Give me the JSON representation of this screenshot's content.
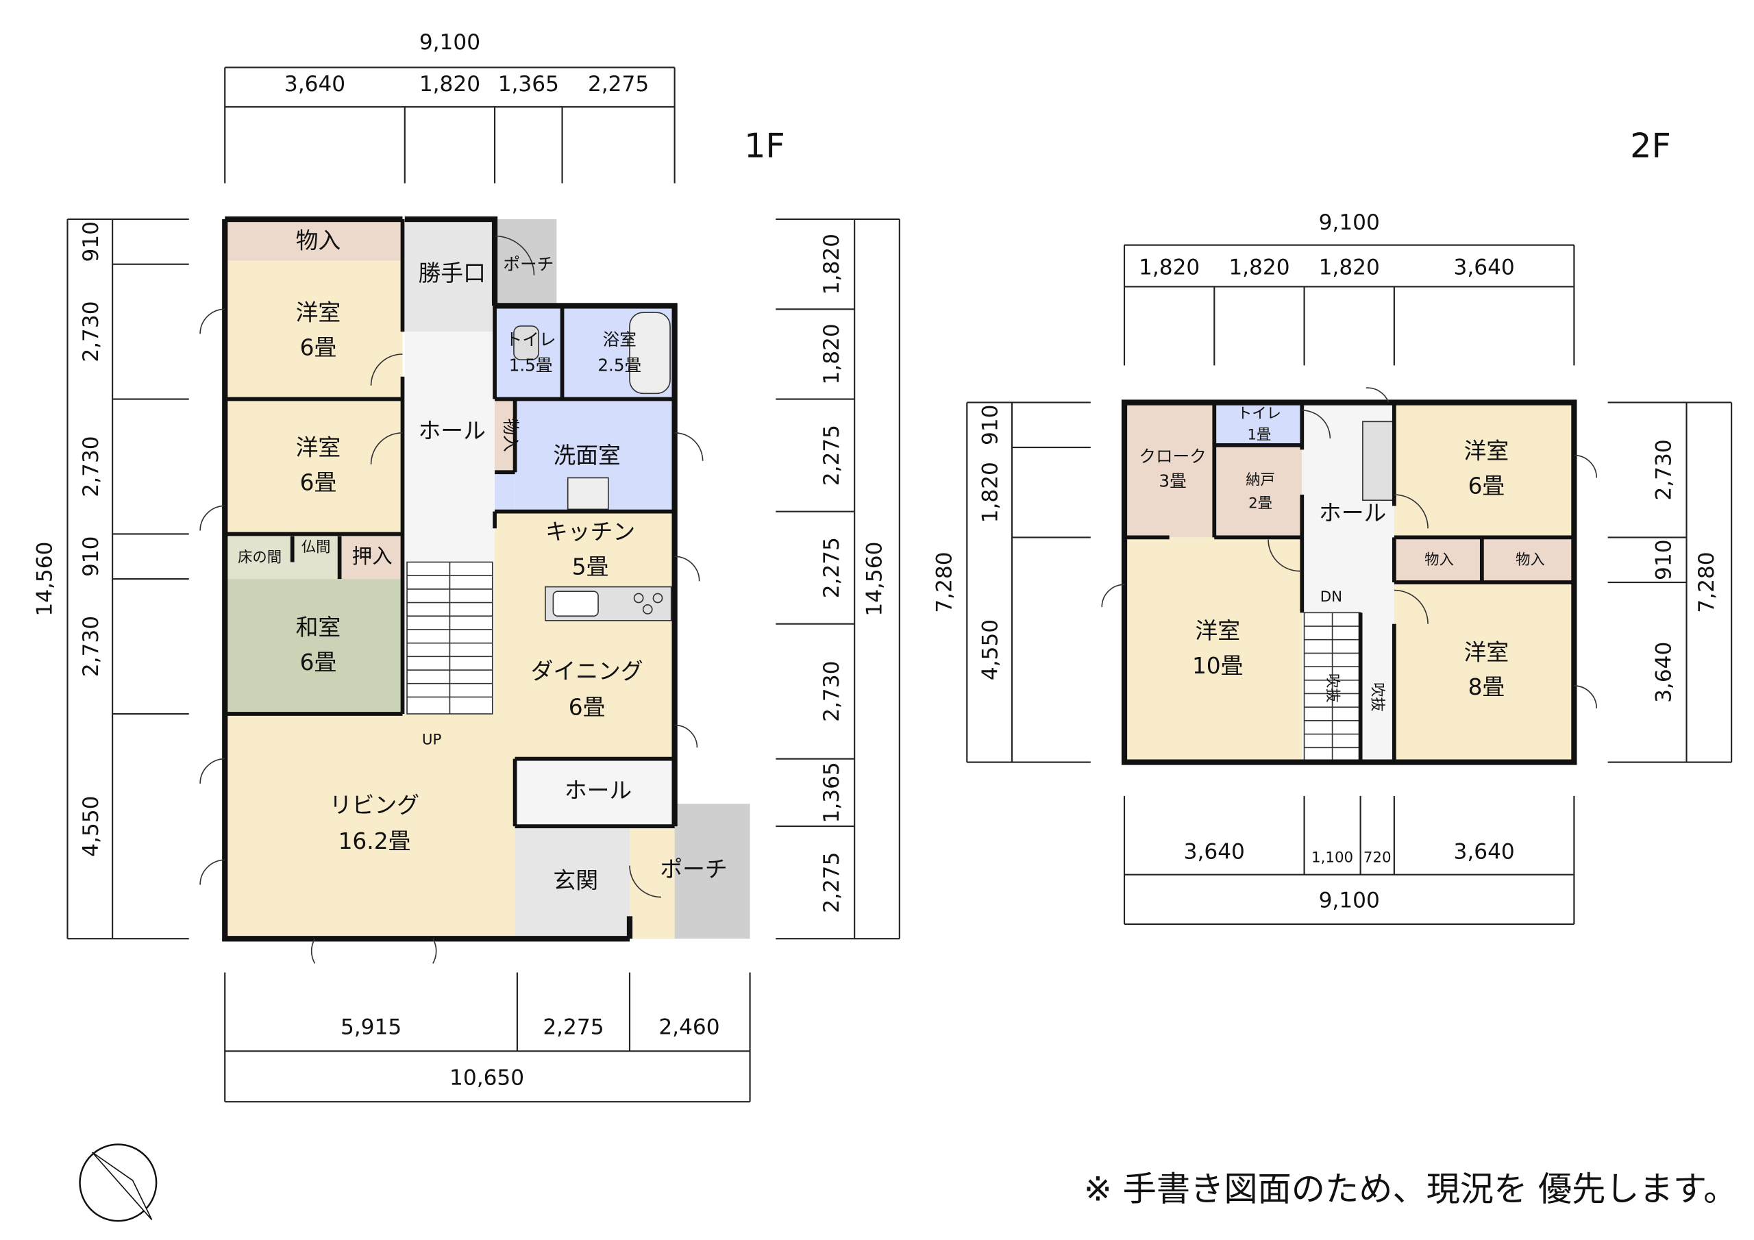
{
  "floor1": {
    "label": "1F",
    "top_total": "9,100",
    "top_parts": [
      "3,640",
      "1,820",
      "1,365",
      "2,275"
    ],
    "left_total": "14,560",
    "left_parts": [
      "910",
      "2,730",
      "2,730",
      "910",
      "2,730",
      "4,550"
    ],
    "right_total": "14,560",
    "right_parts": [
      "1,820",
      "1,820",
      "2,275",
      "2,275",
      "2,730",
      "1,365",
      "2,275"
    ],
    "bottom_total": "10,650",
    "bottom_parts": [
      "5,915",
      "2,275",
      "2,460"
    ],
    "rooms": {
      "storage_top": "物入",
      "western1": [
        "洋室",
        "6畳"
      ],
      "kitchen_door": "勝手口",
      "porch_back": "ポーチ",
      "toilet": [
        "トイレ",
        "1.5畳"
      ],
      "bath": [
        "浴室",
        "2.5畳"
      ],
      "hall": "ホール",
      "western2": [
        "洋室",
        "6畳"
      ],
      "storage_small": "物入",
      "washroom": "洗面室",
      "tokonoma": "床の間",
      "butsuma": "仏間",
      "oshiire": "押入",
      "japanese": [
        "和室",
        "6畳"
      ],
      "kitchen": [
        "キッチン",
        "5畳"
      ],
      "dining": [
        "ダイニング",
        "6畳"
      ],
      "stairs_up": "UP",
      "living": [
        "リビング",
        "16.2畳"
      ],
      "hall_lower": "ホール",
      "entrance": "玄関",
      "porch_front": "ポーチ"
    }
  },
  "floor2": {
    "label": "2F",
    "top_total": "9,100",
    "top_parts": [
      "1,820",
      "1,820",
      "1,820",
      "3,640"
    ],
    "left_total": "7,280",
    "left_parts": [
      "910",
      "1,820",
      "4,550"
    ],
    "right_total": "7,280",
    "right_parts": [
      "2,730",
      "910",
      "3,640"
    ],
    "bottom_total": "9,100",
    "bottom_parts": [
      "3,640",
      "1,100",
      "720",
      "3,640"
    ],
    "rooms": {
      "cloak": [
        "クローク",
        "3畳"
      ],
      "toilet": [
        "トイレ",
        "1畳"
      ],
      "nando": [
        "納戸",
        "2畳"
      ],
      "hall": "ホール",
      "western6": [
        "洋室",
        "6畳"
      ],
      "storage_a": "物入",
      "storage_b": "物入",
      "western10": [
        "洋室",
        "10畳"
      ],
      "western8": [
        "洋室",
        "8畳"
      ],
      "stairs_dn": "DN",
      "void1": "吹抜",
      "void2": "吹抜"
    }
  },
  "note": "※ 手書き図面のため、現況を 優先します。"
}
